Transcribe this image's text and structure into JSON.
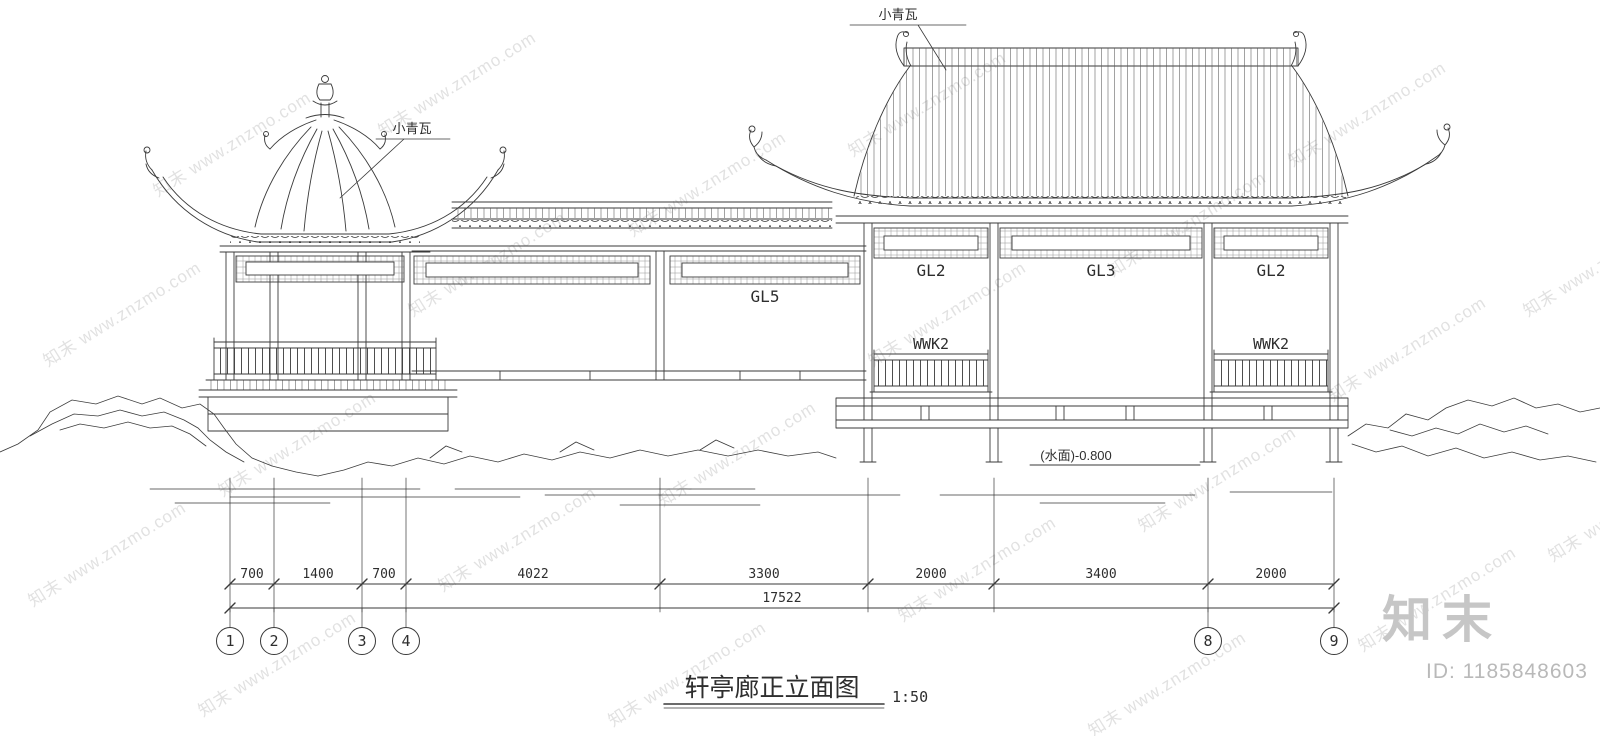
{
  "canvas": {
    "bg": "#ffffff",
    "ink": "#3a3a3a",
    "watermark_color": "#c9c9c9"
  },
  "annotations": {
    "tile_label_roof": "小青瓦",
    "tile_label_pavilion": "小青瓦",
    "gl5": "GL5",
    "gl2_left": "GL2",
    "gl3": "GL3",
    "gl2_right": "GL2",
    "wwk2_left": "WWK2",
    "wwk2_right": "WWK2",
    "water_level": "(水面)-0.800"
  },
  "dimensions": {
    "segments": [
      "700",
      "1400",
      "700",
      "4022",
      "3300",
      "2000",
      "3400",
      "2000"
    ],
    "total": "17522"
  },
  "axis_bubbles": [
    "1",
    "2",
    "3",
    "4",
    "8",
    "9"
  ],
  "title": {
    "text": "轩亭廊正立面图",
    "scale": "1:50"
  },
  "watermark": {
    "text": "知末 www.znzmo.com",
    "brand": "知末",
    "id": "ID: 1185848603"
  }
}
